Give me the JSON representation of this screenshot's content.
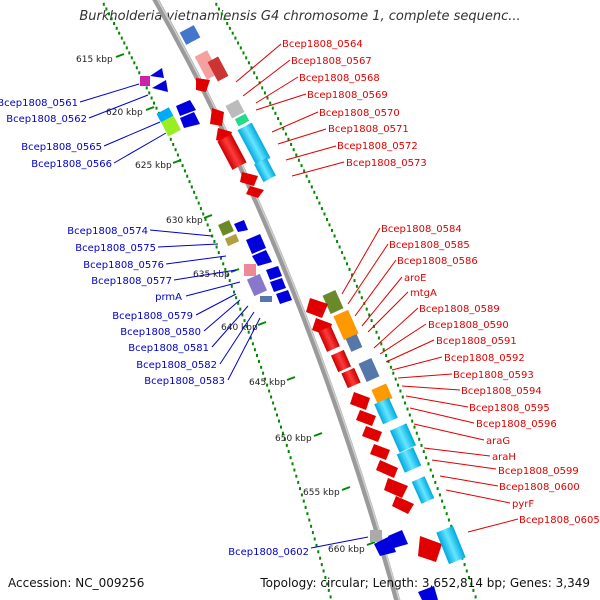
{
  "title": "Burkholderia vietnamiensis G4 chromosome 1, complete sequenc...",
  "footer": {
    "accession": "Accession: NC_009256",
    "summary": "Topology: circular; Length: 3,652,814 bp; Genes: 3,349"
  },
  "colors": {
    "forward_label": "#e00000",
    "reverse_label": "#0000cc",
    "backbone": "#999999",
    "dots": "#008800"
  },
  "ticks": [
    "615 kbp",
    "620 kbp",
    "625 kbp",
    "630 kbp",
    "635 kbp",
    "640 kbp",
    "645 kbp",
    "650 kbp",
    "655 kbp",
    "660 kbp"
  ],
  "forward_labels": [
    "Bcep1808_0564",
    "Bcep1808_0567",
    "Bcep1808_0568",
    "Bcep1808_0569",
    "Bcep1808_0570",
    "Bcep1808_0571",
    "Bcep1808_0572",
    "Bcep1808_0573",
    "Bcep1808_0584",
    "Bcep1808_0585",
    "Bcep1808_0586",
    "aroE",
    "mtgA",
    "Bcep1808_0589",
    "Bcep1808_0590",
    "Bcep1808_0591",
    "Bcep1808_0592",
    "Bcep1808_0593",
    "Bcep1808_0594",
    "Bcep1808_0595",
    "Bcep1808_0596",
    "araG",
    "araH",
    "Bcep1808_0599",
    "Bcep1808_0600",
    "pyrF",
    "Bcep1808_0605"
  ],
  "reverse_labels": [
    "Bcep1808_0561",
    "Bcep1808_0562",
    "Bcep1808_0565",
    "Bcep1808_0566",
    "Bcep1808_0574",
    "Bcep1808_0575",
    "Bcep1808_0576",
    "Bcep1808_0577",
    "prmA",
    "Bcep1808_0579",
    "Bcep1808_0580",
    "Bcep1808_0581",
    "Bcep1808_0582",
    "Bcep1808_0583",
    "Bcep1808_0602"
  ]
}
